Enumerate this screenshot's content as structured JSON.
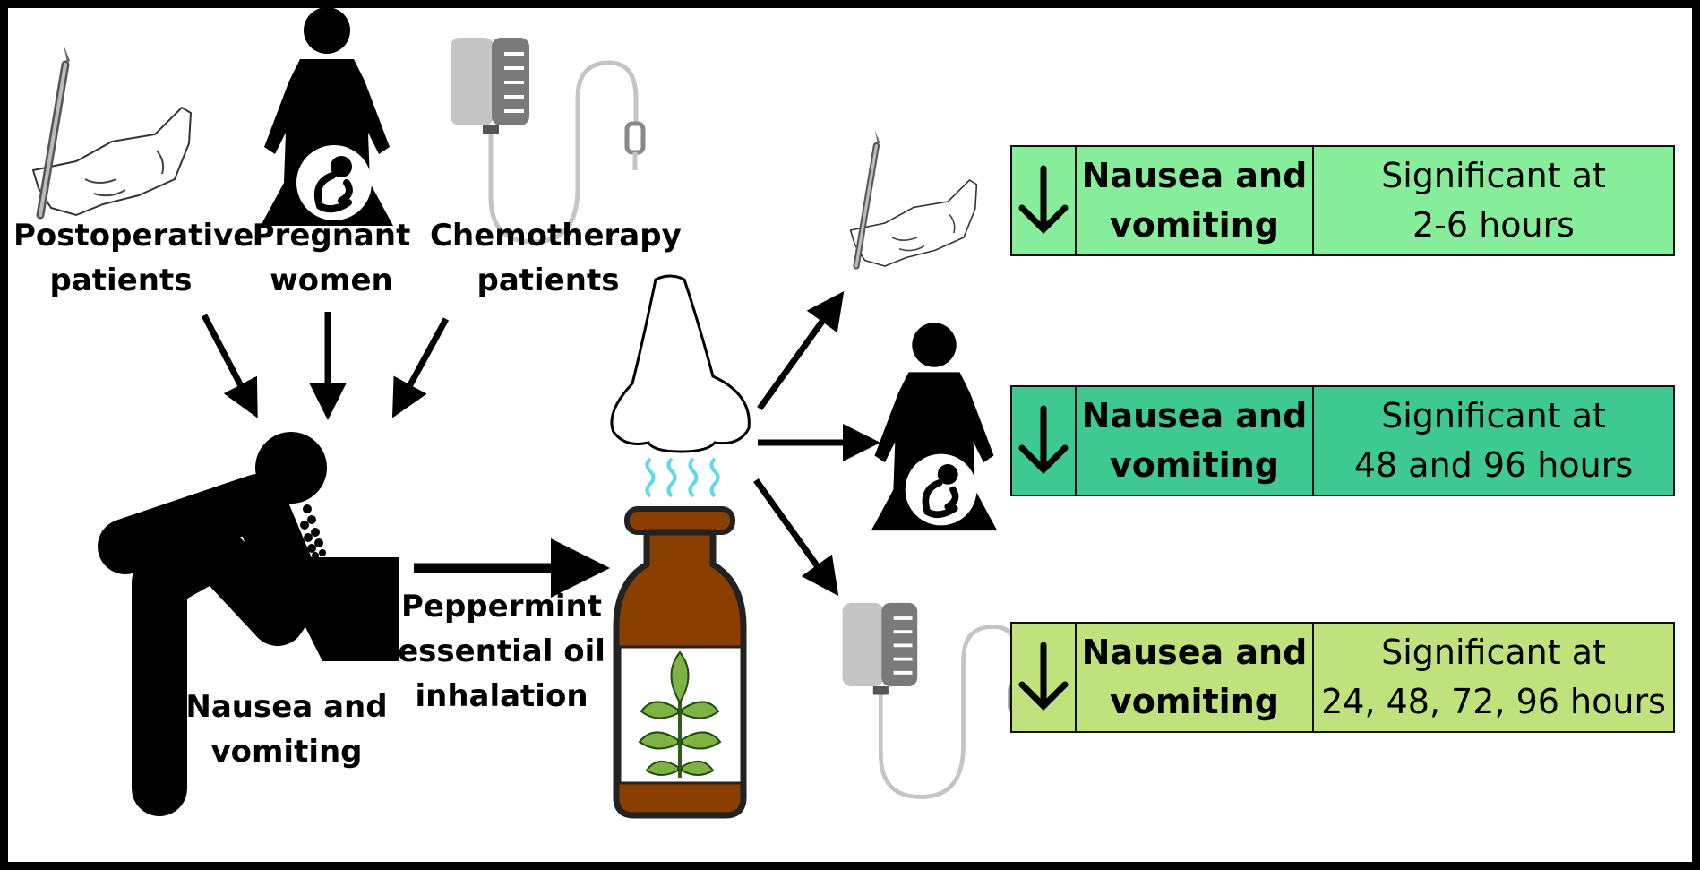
{
  "sources": [
    {
      "line1": "Postoperative",
      "line2": "patients"
    },
    {
      "line1": "Pregnant",
      "line2": "women"
    },
    {
      "line1": "Chemotherapy",
      "line2": "patients"
    }
  ],
  "symptom": {
    "line1": "Nausea and",
    "line2": "vomiting"
  },
  "intervention": {
    "line1": "Peppermint",
    "line2": "essential oil",
    "line3": "inhalation"
  },
  "outcomes": [
    {
      "effect_line1": "Nausea and",
      "effect_line2": "vomiting",
      "result_line1": "Significant at",
      "result_line2": "2-6 hours",
      "color": "#86ee9a"
    },
    {
      "effect_line1": "Nausea and",
      "effect_line2": "vomiting",
      "result_line1": "Significant at",
      "result_line2": "48 and 96 hours",
      "color": "#3dc98f"
    },
    {
      "effect_line1": "Nausea and",
      "effect_line2": "vomiting",
      "result_line1": "Significant at",
      "result_line2": "24, 48, 72, 96 hours",
      "color": "#bfe27d"
    }
  ],
  "icons": [
    "scalpel-hand-icon",
    "pregnant-woman-icon",
    "iv-bag-icon",
    "vomiting-person-icon",
    "nose-icon",
    "steam-icon",
    "oil-bottle-icon",
    "peppermint-leaf-icon",
    "down-arrow-icon"
  ]
}
